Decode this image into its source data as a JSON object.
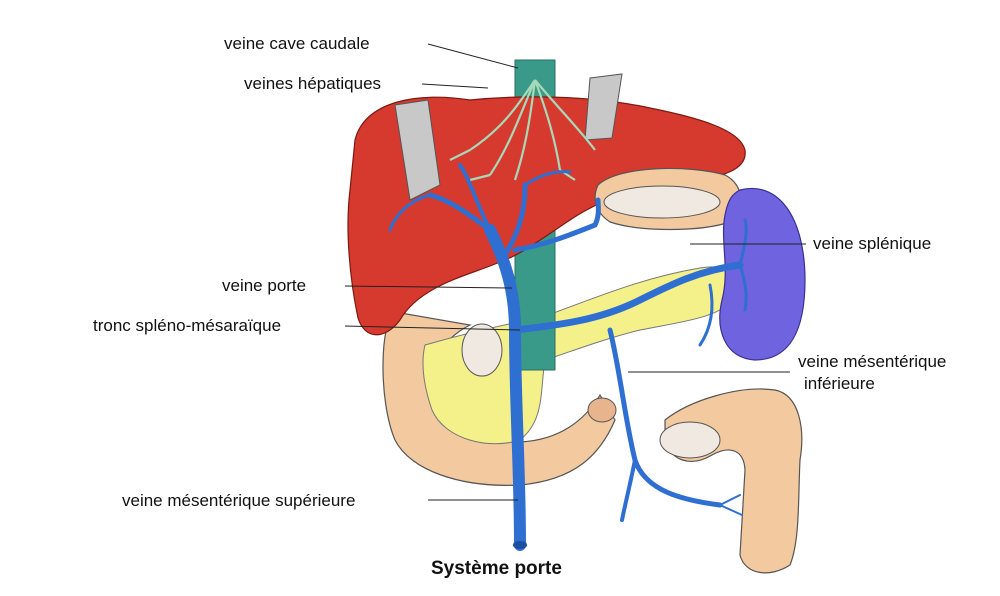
{
  "title": "Système porte",
  "labels": {
    "vena_cava": "veine cave caudale",
    "hepatic_veins": "veines hépatiques",
    "portal_vein": "veine porte",
    "splenomesenteric_trunk": "tronc spléno-mésaraïque",
    "superior_mesenteric": "veine mésentérique supérieure",
    "splenic_vein": "veine splénique",
    "inferior_mesenteric_line1": "veine mésentérique",
    "inferior_mesenteric_line2": "inférieure"
  },
  "colors": {
    "liver": "#d6392e",
    "vein": "#2f6fd1",
    "vena_cava": "#3a9a8a",
    "pancreas": "#f4f08a",
    "duodenum": "#f3c9a0",
    "spleen": "#6f63e0",
    "hepatic_veins": "#a8d8b8"
  }
}
